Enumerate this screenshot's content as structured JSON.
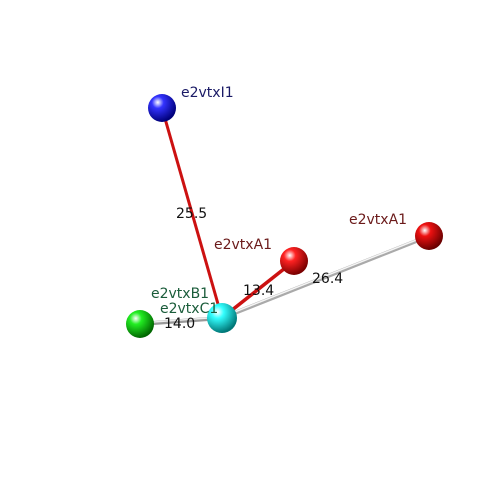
{
  "colors": {
    "background": "#ffffff",
    "bond_red": "#cc1111",
    "bond_grey": "#bbbbbb"
  },
  "atoms": [
    {
      "id": "I1",
      "label": "e2vtxI1",
      "color": "#0000ee",
      "label_color": "#1a1a66"
    },
    {
      "id": "A1a",
      "label": "e2vtxA1",
      "color": "#ee0000",
      "label_color": "#6b1a1a"
    },
    {
      "id": "A1b",
      "label": "e2vtxA1",
      "color": "#dd0000",
      "label_color": "#6b1a1a"
    },
    {
      "id": "B1",
      "label": "e2vtxB1",
      "color": "#11dd11",
      "label_color": "#1a5c3a"
    },
    {
      "id": "C1",
      "label": "e2vtxC1",
      "color": "#11eeee",
      "label_color": "#1a5c3a"
    }
  ],
  "distances": [
    {
      "from": "C1",
      "to": "I1",
      "value": "25.5",
      "style": "red"
    },
    {
      "from": "C1",
      "to": "A1a",
      "value": "13.4",
      "style": "red"
    },
    {
      "from": "C1",
      "to": "A1b",
      "value": "26.4",
      "style": "grey"
    },
    {
      "from": "C1",
      "to": "B1",
      "value": "14.0",
      "style": "grey"
    }
  ]
}
